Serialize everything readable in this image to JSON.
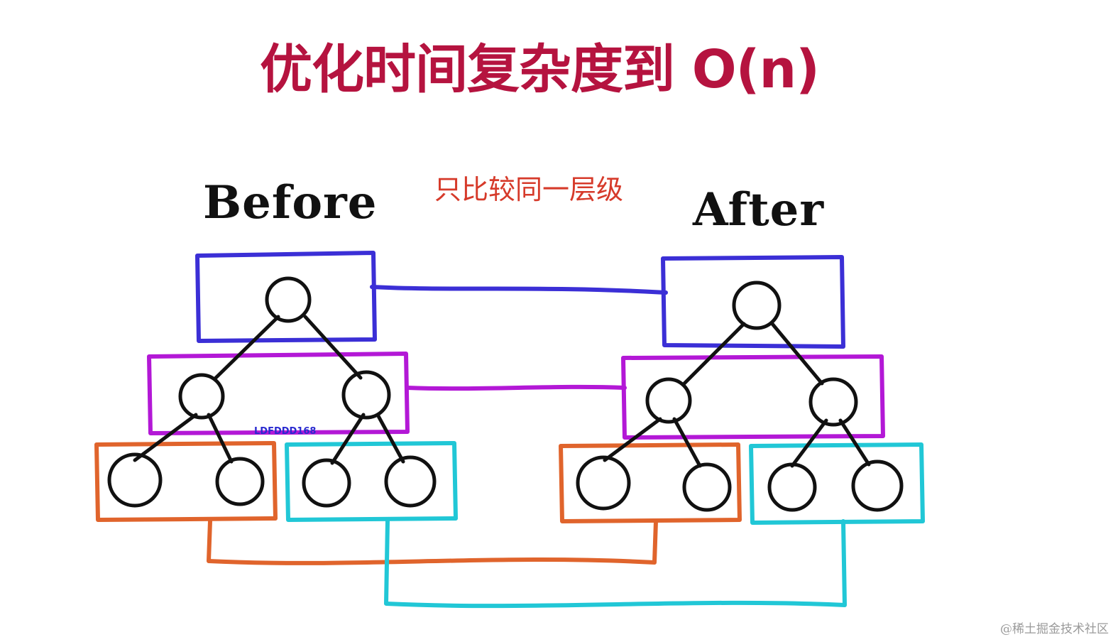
{
  "title": "优化时间复杂度到 O(n)",
  "subtitle": "只比较同一层级",
  "left_label": "Before",
  "right_label": "After",
  "overlay_tag": "LDFDDD168",
  "credit": "@稀土掘金技术社区",
  "colors": {
    "title": "#b5133f",
    "subtitle": "#d63a2a",
    "level1": "#3b2fd6",
    "level2": "#b318d6",
    "level3_left": "#e0642c",
    "level3_right": "#21c7d6",
    "tree": "#111111",
    "tag": "#2a2ad0",
    "credit": "#9a9a9a"
  }
}
